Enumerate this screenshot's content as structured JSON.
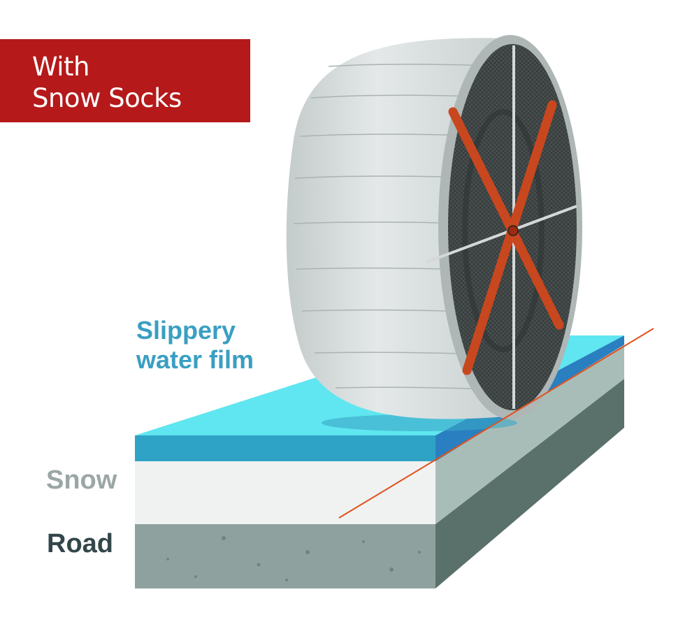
{
  "banner": {
    "line1": "With",
    "line2": "Snow Socks",
    "color": "#b5191a"
  },
  "labels": {
    "water_line1": "Slippery",
    "water_line2": "water film",
    "snow": "Snow",
    "road": "Road"
  },
  "colors": {
    "water_top": "#5fe6f0",
    "water_front": "#2fa3c5",
    "water_side": "#2a7fc0",
    "snow_front": "#f0f2f2",
    "snow_side": "#a9bdb8",
    "road_front": "#8ea19e",
    "road_side": "#5a706b",
    "tire": "#d9dede",
    "strap": "#c9471e"
  }
}
